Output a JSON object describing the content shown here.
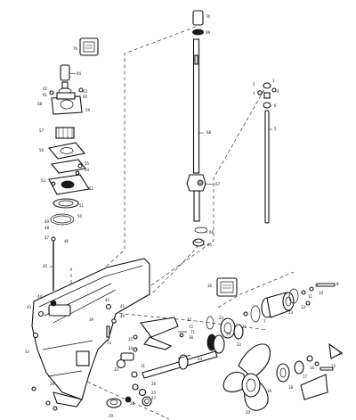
{
  "callouts": [
    {
      "id": "c70",
      "text": "70"
    },
    {
      "id": "c69",
      "text": "69"
    },
    {
      "id": "c76",
      "text": "76"
    },
    {
      "id": "c64",
      "text": "64"
    },
    {
      "id": "c62",
      "text": "62"
    },
    {
      "id": "c63",
      "text": "63"
    },
    {
      "id": "c61",
      "text": "61"
    },
    {
      "id": "c60",
      "text": "60"
    },
    {
      "id": "c58",
      "text": "58"
    },
    {
      "id": "c59",
      "text": "59"
    },
    {
      "id": "c57",
      "text": "57"
    },
    {
      "id": "c56",
      "text": "56"
    },
    {
      "id": "c55",
      "text": "55"
    },
    {
      "id": "c54",
      "text": "54"
    },
    {
      "id": "c53",
      "text": "53"
    },
    {
      "id": "c52",
      "text": "52"
    },
    {
      "id": "c51",
      "text": "51"
    },
    {
      "id": "c50",
      "text": "50"
    },
    {
      "id": "c49",
      "text": "49"
    },
    {
      "id": "c48",
      "text": "48"
    },
    {
      "id": "c47",
      "text": "47"
    },
    {
      "id": "c46",
      "text": "46"
    },
    {
      "id": "c45",
      "text": "45"
    },
    {
      "id": "c68",
      "text": "68"
    },
    {
      "id": "c67",
      "text": "67"
    },
    {
      "id": "c66",
      "text": "66"
    },
    {
      "id": "c65",
      "text": "65"
    },
    {
      "id": "c1",
      "text": "1"
    },
    {
      "id": "c2",
      "text": "2"
    },
    {
      "id": "c3",
      "text": "3"
    },
    {
      "id": "c4",
      "text": "4"
    },
    {
      "id": "c5",
      "text": "5"
    },
    {
      "id": "c6",
      "text": "6"
    },
    {
      "id": "c44",
      "text": "44"
    },
    {
      "id": "c43",
      "text": "43"
    },
    {
      "id": "c42",
      "text": "42"
    },
    {
      "id": "c41",
      "text": "41"
    },
    {
      "id": "c40",
      "text": "40"
    },
    {
      "id": "c39",
      "text": "39"
    },
    {
      "id": "c38",
      "text": "38"
    },
    {
      "id": "c37",
      "text": "37"
    },
    {
      "id": "c36",
      "text": "36"
    },
    {
      "id": "c35",
      "text": "35"
    },
    {
      "id": "c34",
      "text": "34"
    },
    {
      "id": "c33",
      "text": "33"
    },
    {
      "id": "c32",
      "text": "32"
    },
    {
      "id": "c31",
      "text": "31"
    },
    {
      "id": "c30",
      "text": "30"
    },
    {
      "id": "c29",
      "text": "29"
    },
    {
      "id": "c28",
      "text": "28"
    },
    {
      "id": "c27",
      "text": "27"
    },
    {
      "id": "c26",
      "text": "26"
    },
    {
      "id": "c25",
      "text": "25"
    },
    {
      "id": "c24",
      "text": "24"
    },
    {
      "id": "c23",
      "text": "23"
    },
    {
      "id": "c22",
      "text": "22"
    },
    {
      "id": "c21",
      "text": "21"
    },
    {
      "id": "c20",
      "text": "20"
    },
    {
      "id": "c19",
      "text": "19"
    },
    {
      "id": "c18",
      "text": "18"
    },
    {
      "id": "c17",
      "text": "17"
    },
    {
      "id": "c16",
      "text": "16"
    },
    {
      "id": "c15",
      "text": "15"
    },
    {
      "id": "c14",
      "text": "14"
    },
    {
      "id": "c13",
      "text": "13"
    },
    {
      "id": "c12",
      "text": "12"
    },
    {
      "id": "c11",
      "text": "11"
    },
    {
      "id": "c10",
      "text": "10"
    },
    {
      "id": "c9",
      "text": "9"
    },
    {
      "id": "c8",
      "text": "8"
    },
    {
      "id": "c7",
      "text": "7"
    },
    {
      "id": "c71",
      "text": "71"
    },
    {
      "id": "c72",
      "text": "72"
    },
    {
      "id": "c73",
      "text": "73"
    },
    {
      "id": "c74",
      "text": "74"
    }
  ]
}
